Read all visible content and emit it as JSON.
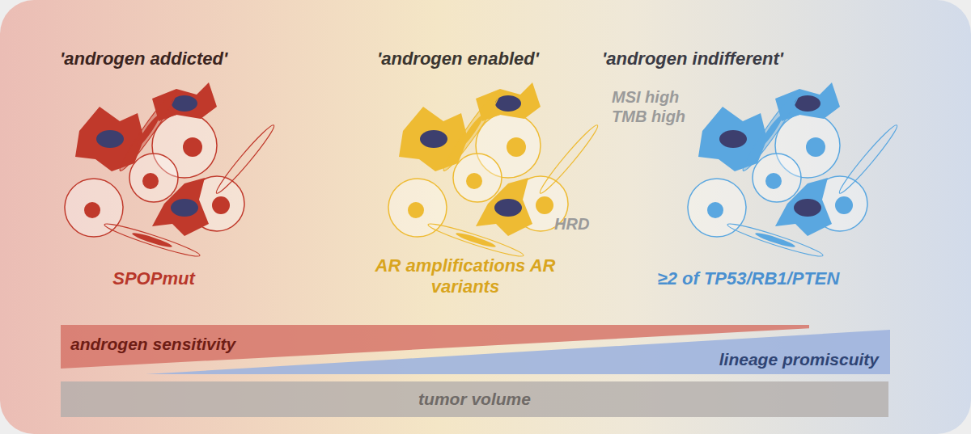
{
  "diagram": {
    "nodes": [
      {
        "text": [
          "androgen sensitivity"
        ]
      },
      {
        "text": [
          "lineage promiscuity"
        ]
      },
      {
        "text": [
          "tumor volume"
        ]
      }
    ],
    "labels": [
      "'androgen addicted'",
      "'androgen enabled'",
      "'androgen indifferent'",
      "MSI high TMB high",
      "HRD",
      "SPOPmut",
      "AR amplifications AR variants",
      "≥2 of TP53/RB1/PTEN"
    ]
  }
}
